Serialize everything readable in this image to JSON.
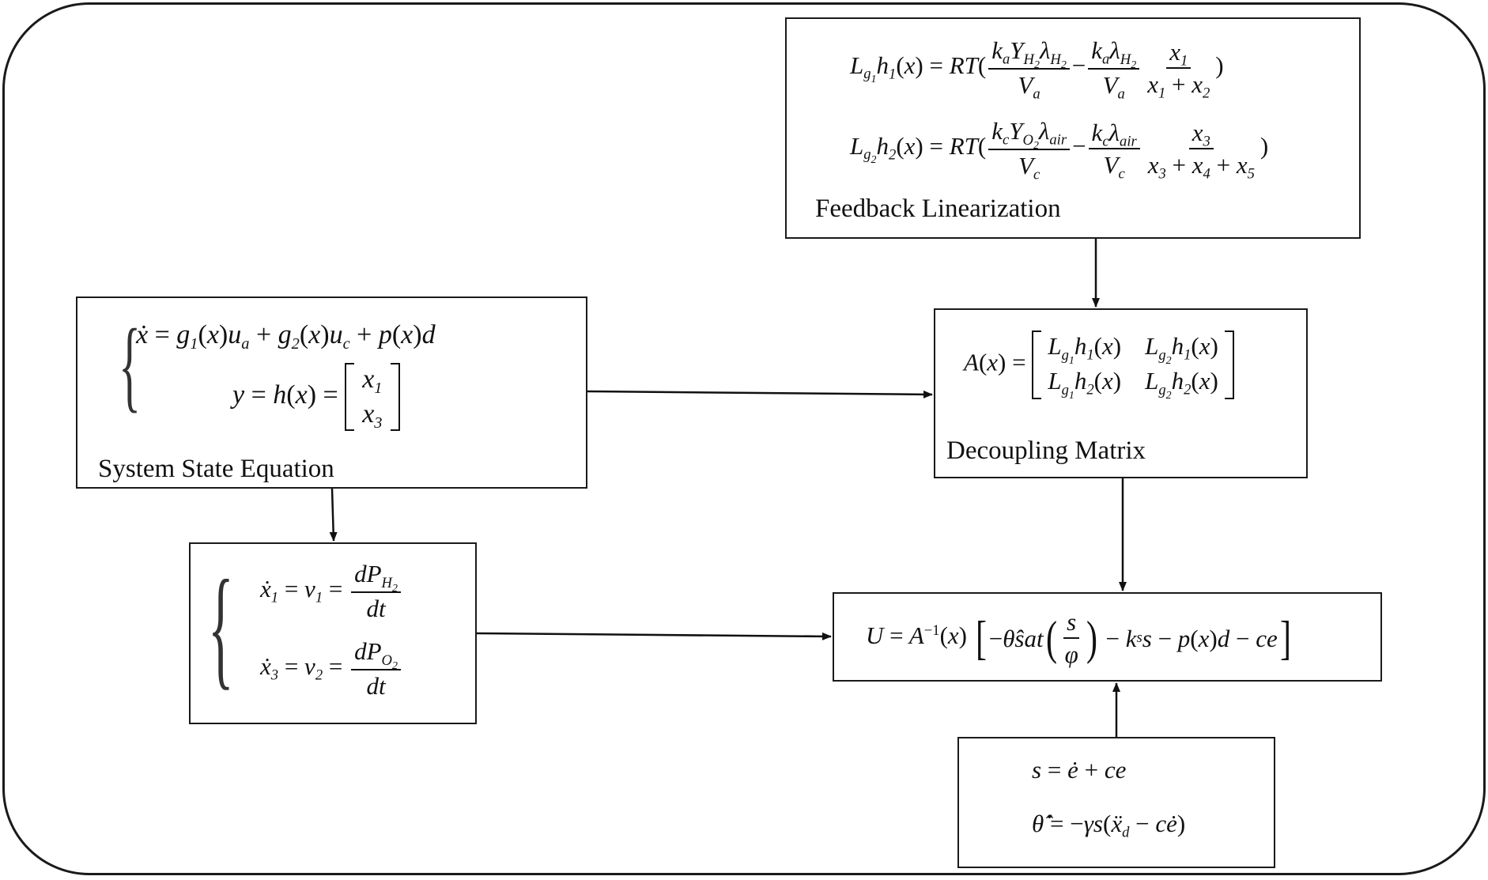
{
  "diagram": {
    "boxes": {
      "feedback": {
        "caption": "Feedback Linearization",
        "eq1_lhs": "L",
        "eq2_lhs": "L"
      },
      "state": {
        "caption": "System State Equation"
      },
      "decoupling": {
        "caption": "Decoupling Matrix"
      },
      "derivative": {},
      "control": {},
      "sliding": {}
    }
  }
}
